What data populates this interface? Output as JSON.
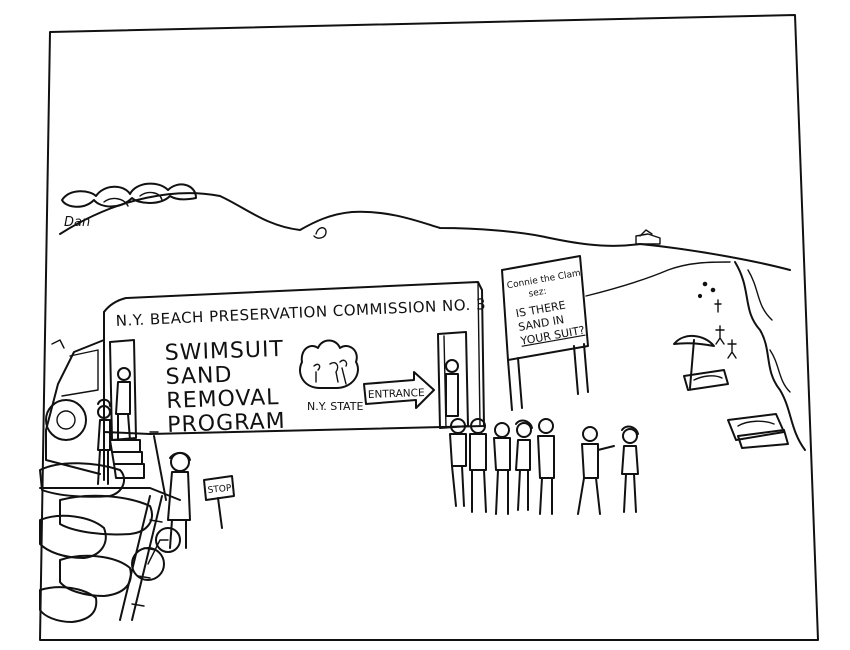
{
  "signature": "Dan",
  "truck": {
    "title": "N.Y. BEACH PRESERVATION COMMISSION NO. 3",
    "program_lines": [
      "SWIMSUIT",
      "SAND",
      "REMOVAL",
      "PROGRAM"
    ],
    "seal_label": "N.Y. STATE",
    "entrance_label": "ENTRANCE"
  },
  "billboard": {
    "lines": [
      "Connie the Clam",
      "sez:",
      "IS THERE",
      "SAND IN",
      "YOUR SUIT?"
    ]
  },
  "stop_sign": "STOP"
}
